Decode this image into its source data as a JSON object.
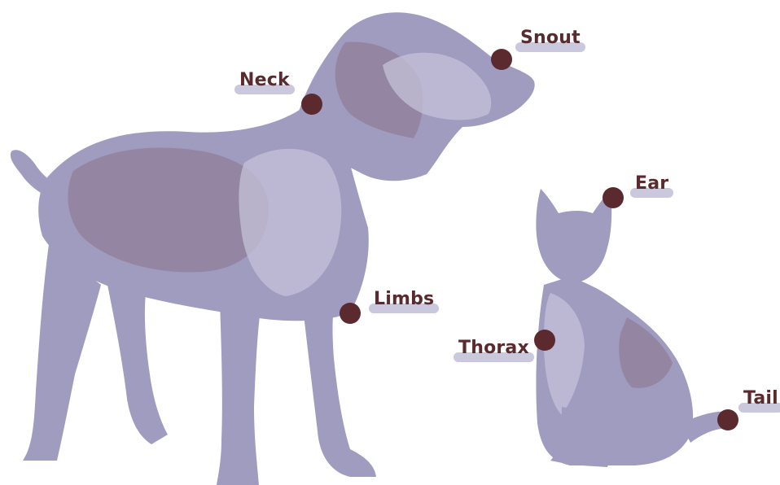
{
  "colors": {
    "animal_fill": "#a09cc0",
    "animal_dark": "#8a7488",
    "animal_shade": "#c7c4dc",
    "marker": "#5a2a2e",
    "label_text": "#5a2a2e",
    "label_highlight": "#c9c8dc"
  },
  "labels": {
    "snout": "Snout",
    "neck": "Neck",
    "ear": "Ear",
    "limbs": "Limbs",
    "thorax": "Thorax",
    "tail": "Tail"
  }
}
